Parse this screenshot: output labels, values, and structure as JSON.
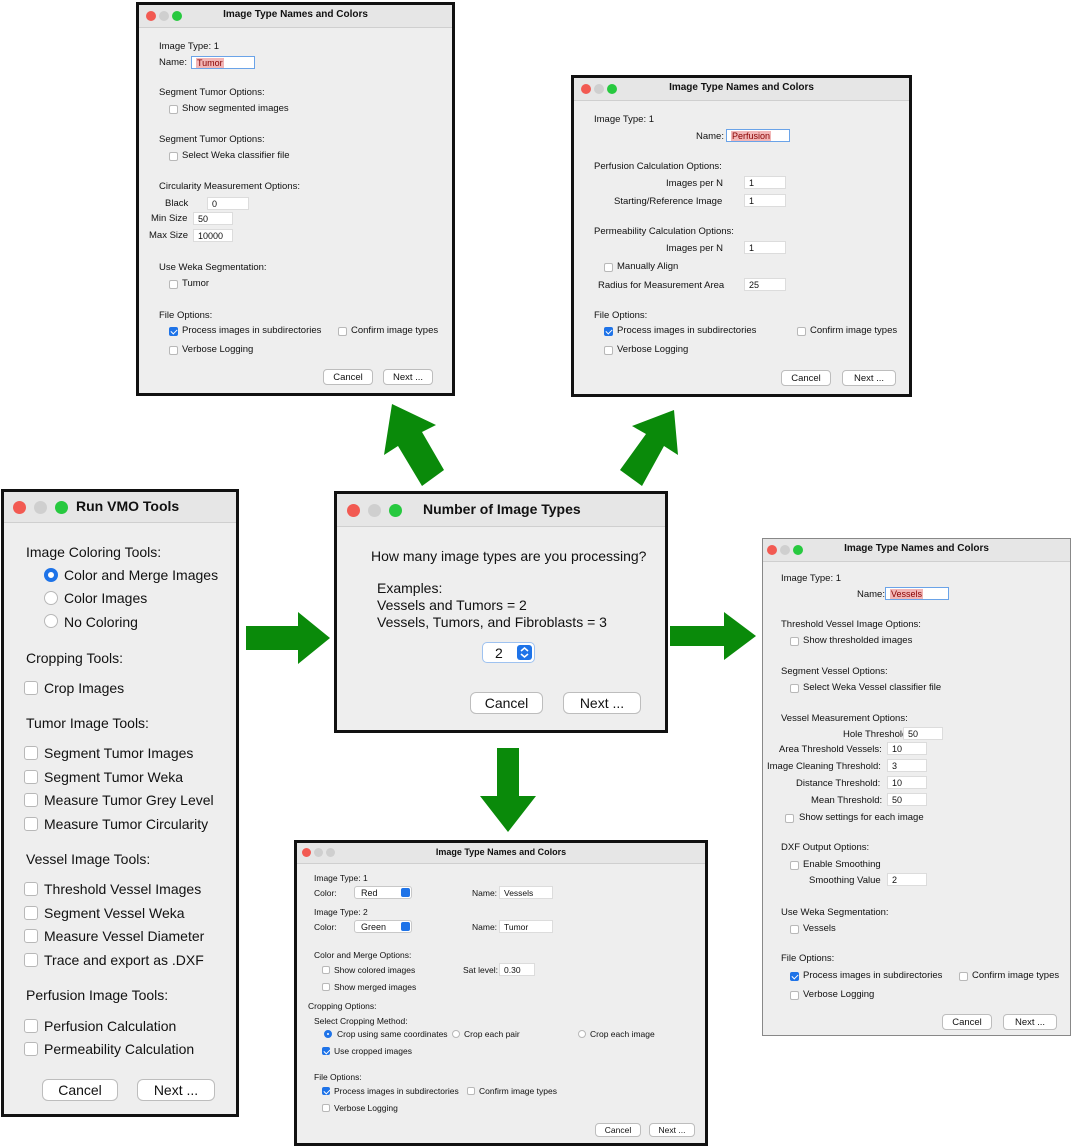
{
  "colors": {
    "arrow": "#0a8a0a",
    "accent": "#1e73e8",
    "close": "#f25a52",
    "zoom": "#27c93f"
  },
  "vmo": {
    "title": "Run VMO Tools",
    "coloring_header": "Image Coloring Tools:",
    "coloring_options": [
      "Color and Merge Images",
      "Color Images",
      "No Coloring"
    ],
    "cropping_header": "Cropping Tools:",
    "crop_images": "Crop Images",
    "tumor_header": "Tumor Image Tools:",
    "tumor_items": [
      "Segment Tumor Images",
      "Segment Tumor Weka",
      "Measure Tumor Grey Level",
      "Measure Tumor Circularity"
    ],
    "vessel_header": "Vessel Image Tools:",
    "vessel_items": [
      "Threshold Vessel Images",
      "Segment Vessel Weka",
      "Measure Vessel Diameter",
      "Trace and export as .DXF"
    ],
    "perfusion_header": "Perfusion Image Tools:",
    "perfusion_items": [
      "Perfusion Calculation",
      "Permeability Calculation"
    ],
    "cancel": "Cancel",
    "next": "Next ..."
  },
  "count": {
    "title": "Number of Image Types",
    "question": "How many image types are you processing?",
    "examples_label": "Examples:",
    "example1": "Vessels and Tumors = 2",
    "example2": "Vessels, Tumors, and Fibroblasts = 3",
    "value": "2",
    "cancel": "Cancel",
    "next": "Next ..."
  },
  "tumor": {
    "title": "Image Type Names and Colors",
    "image_type": "Image Type: 1",
    "name_label": "Name:",
    "name_value": "Tumor",
    "seg_header1": "Segment Tumor Options:",
    "show_segmented": "Show segmented images",
    "seg_header2": "Segment Tumor Options:",
    "select_weka": "Select Weka classifier file",
    "circ_header": "Circularity Measurement Options:",
    "black_label": "Black",
    "black_value": "0",
    "min_label": "Min Size",
    "min_value": "50",
    "max_label": "Max Size",
    "max_value": "10000",
    "weka_header": "Use Weka Segmentation:",
    "weka_tumor": "Tumor",
    "file_header": "File Options:",
    "process_sub": "Process images in subdirectories",
    "confirm": "Confirm image types",
    "verbose": "Verbose Logging",
    "cancel": "Cancel",
    "next": "Next ..."
  },
  "perf": {
    "title": "Image Type Names and Colors",
    "image_type": "Image Type: 1",
    "name_label": "Name:",
    "name_value": "Perfusion",
    "perf_header": "Perfusion Calculation Options:",
    "images_n_label": "Images per N",
    "images_n_value": "1",
    "start_label": "Starting/Reference Image",
    "start_value": "1",
    "perm_header": "Permeability Calculation Options:",
    "perm_n_label": "Images per N",
    "perm_n_value": "1",
    "manual_align": "Manually Align",
    "radius_label": "Radius for Measurement Area",
    "radius_value": "25",
    "file_header": "File Options:",
    "process_sub": "Process images in subdirectories",
    "confirm": "Confirm image types",
    "verbose": "Verbose Logging",
    "cancel": "Cancel",
    "next": "Next ..."
  },
  "vessel": {
    "title": "Image Type Names and Colors",
    "image_type": "Image Type: 1",
    "name_label": "Name:",
    "name_value": "Vessels",
    "thresh_header": "Threshold Vessel Image Options:",
    "show_thresh": "Show thresholded images",
    "seg_header": "Segment Vessel Options:",
    "select_weka": "Select Weka Vessel classifier file",
    "meas_header": "Vessel Measurement Options:",
    "hole_label": "Hole Threshold:",
    "hole_value": "50",
    "area_label": "Area Threshold Vessels:",
    "area_value": "10",
    "clean_label": "Image Cleaning Threshold:",
    "clean_value": "3",
    "dist_label": "Distance Threshold:",
    "dist_value": "10",
    "mean_label": "Mean Threshold:",
    "mean_value": "50",
    "show_settings": "Show settings for each image",
    "dxf_header": "DXF Output Options:",
    "enable_smooth": "Enable Smoothing",
    "smooth_label": "Smoothing Value",
    "smooth_value": "2",
    "weka_header": "Use Weka Segmentation:",
    "weka_vessels": "Vessels",
    "file_header": "File Options:",
    "process_sub": "Process images in subdirectories",
    "confirm": "Confirm image types",
    "verbose": "Verbose Logging",
    "cancel": "Cancel",
    "next": "Next ..."
  },
  "crop": {
    "title": "Image Type Names and Colors",
    "type1": "Image Type: 1",
    "color_label": "Color:",
    "color1": "Red",
    "name_label": "Name:",
    "name1": "Vessels",
    "type2": "Image Type: 2",
    "color2": "Green",
    "name2": "Tumor",
    "merge_header": "Color and Merge Options:",
    "show_colored": "Show colored images",
    "sat_label": "Sat level:",
    "sat_value": "0.30",
    "show_merged": "Show merged images",
    "crop_header": "Cropping Options:",
    "method_label": "Select Cropping Method:",
    "same_coords": "Crop using same coordinates",
    "each_pair": "Crop each pair",
    "each_image": "Crop each image",
    "use_cropped": "Use cropped images",
    "file_header": "File Options:",
    "process_sub": "Process images in subdirectories",
    "confirm": "Confirm image types",
    "verbose": "Verbose Logging",
    "cancel": "Cancel",
    "next": "Next ..."
  }
}
